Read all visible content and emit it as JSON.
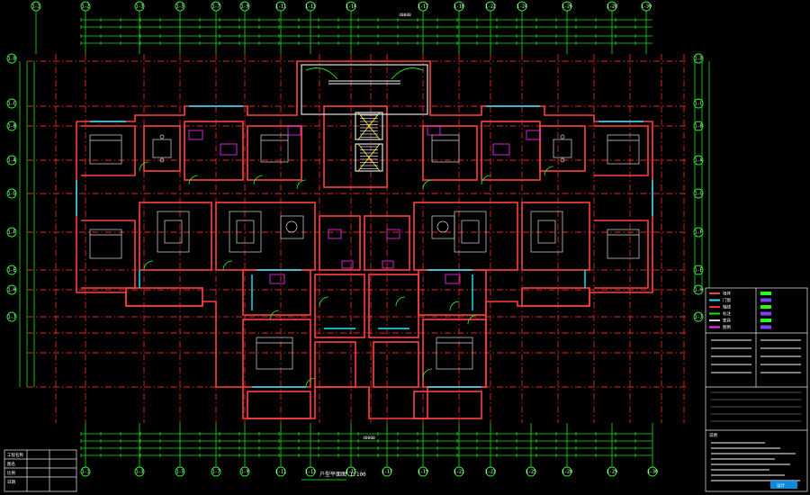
{
  "drawing": {
    "title": "户型平面图 1:100",
    "background_color": "#000000",
    "wall_color": "#ff4040",
    "axis_color": "#ff2a2a",
    "dimension_color": "#18e018",
    "window_color": "#20e8ff"
  },
  "axis_bubbles": {
    "top": [
      "1-1",
      "1-2",
      "1-3",
      "1-5",
      "1-7",
      "1-9",
      "1-11",
      "1-13",
      "1-14",
      "1-17",
      "1-18",
      "1-22",
      "1-24",
      "1-26",
      "1-28",
      "1-30"
    ],
    "bottom": [
      "1-1",
      "1-3",
      "1-5",
      "1-7",
      "1-9",
      "1-11",
      "1-13",
      "1-15",
      "1-17",
      "1-19",
      "1-21",
      "1-23",
      "1-25",
      "1-28",
      "1-29",
      "1-30"
    ],
    "left": [
      "1-D",
      "1-C",
      "1-B",
      "1-A",
      "1-G",
      "1-F",
      "1-E",
      "1-H",
      "1-J"
    ],
    "right": [
      "1-D",
      "1-C",
      "1-B",
      "1-A",
      "1-G",
      "1-F",
      "1-E",
      "1-H",
      "1-J"
    ]
  },
  "labels": {
    "overall_dimension_top": "40000",
    "overall_dimension_bottom": "40000"
  },
  "legend": {
    "rows": [
      "墙体",
      "门窗",
      "轴线",
      "标注",
      "家具",
      "图例"
    ],
    "notes_heading": "说明"
  },
  "title_block_left": {
    "rows": [
      "工程名称",
      "图名",
      "比例",
      "日期"
    ]
  },
  "stamp": "设计"
}
